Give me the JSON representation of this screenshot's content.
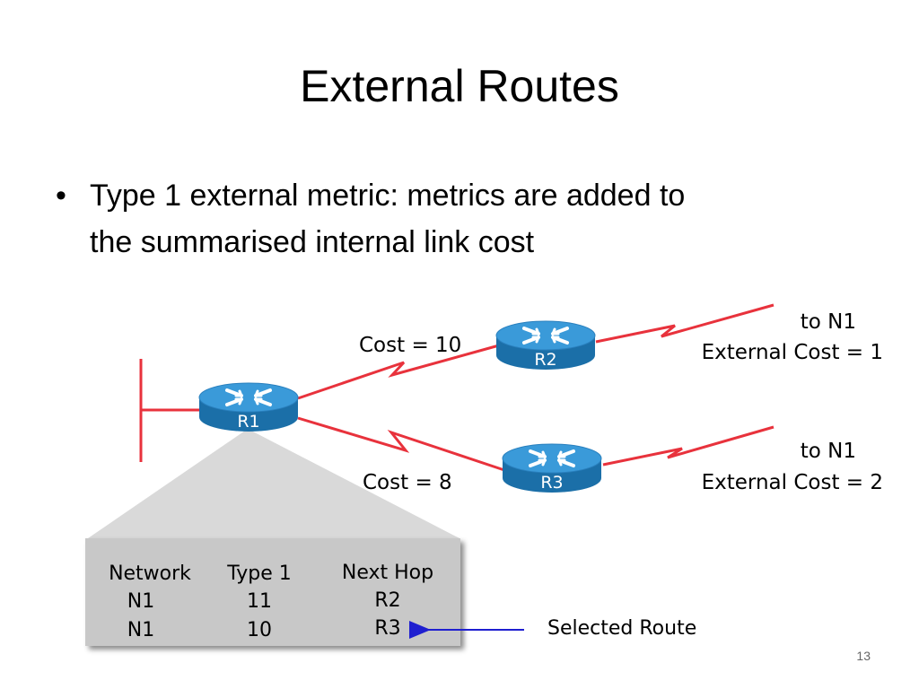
{
  "slide": {
    "title": "External Routes",
    "bullet_symbol": "•",
    "bullet_line_1": "Type 1 external metric: metrics are added to",
    "bullet_line_2": "the summarised internal link cost",
    "page_number": "13"
  },
  "diagram": {
    "routers": {
      "r1": "R1",
      "r2": "R2",
      "r3": "R3"
    },
    "links": {
      "r1_r2_cost": "Cost = 10",
      "r1_r3_cost": "Cost = 8"
    },
    "external": {
      "r2_dest": "to N1",
      "r2_cost": "External Cost = 1",
      "r3_dest": "to N1",
      "r3_cost": "External Cost = 2"
    },
    "routing_table": {
      "headers": [
        "Network",
        "Type 1",
        "Next Hop"
      ],
      "rows": [
        [
          "N1",
          "11",
          "R2"
        ],
        [
          "N1",
          "10",
          "R3"
        ]
      ]
    },
    "selected_route_label": "Selected Route",
    "colors": {
      "link": "#e8323c",
      "router_top": "#3a9ad9",
      "router_side": "#1b6fa8",
      "table_bg": "#c8c8c8",
      "callout_bg": "#d9d9d9",
      "arrow": "#1f1fd0"
    },
    "icons": {
      "router": "router-icon",
      "arrow": "arrow-left-icon"
    }
  }
}
